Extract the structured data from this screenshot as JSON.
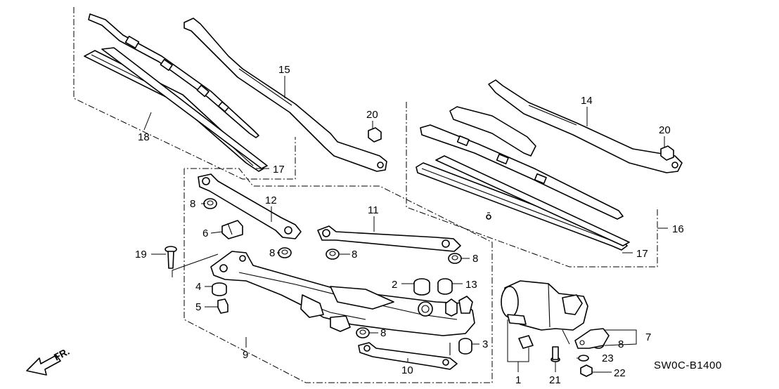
{
  "diagram": {
    "reference_code": "SW0C-B1400",
    "direction_label": "FR.",
    "callouts": {
      "c1": "1",
      "c2": "2",
      "c3": "3",
      "c4": "4",
      "c5": "5",
      "c6": "6",
      "c7": "7",
      "c8a": "8",
      "c8b": "8",
      "c8c": "8",
      "c8d": "8",
      "c8e": "8",
      "c8f": "8",
      "c9": "9",
      "c10": "10",
      "c11": "11",
      "c12": "12",
      "c13": "13",
      "c14": "14",
      "c15": "15",
      "c16": "16",
      "c17a": "17",
      "c17b": "17",
      "c18": "18",
      "c19": "19",
      "c20a": "20",
      "c20b": "20",
      "c21": "21",
      "c22": "22",
      "c23": "23"
    }
  }
}
